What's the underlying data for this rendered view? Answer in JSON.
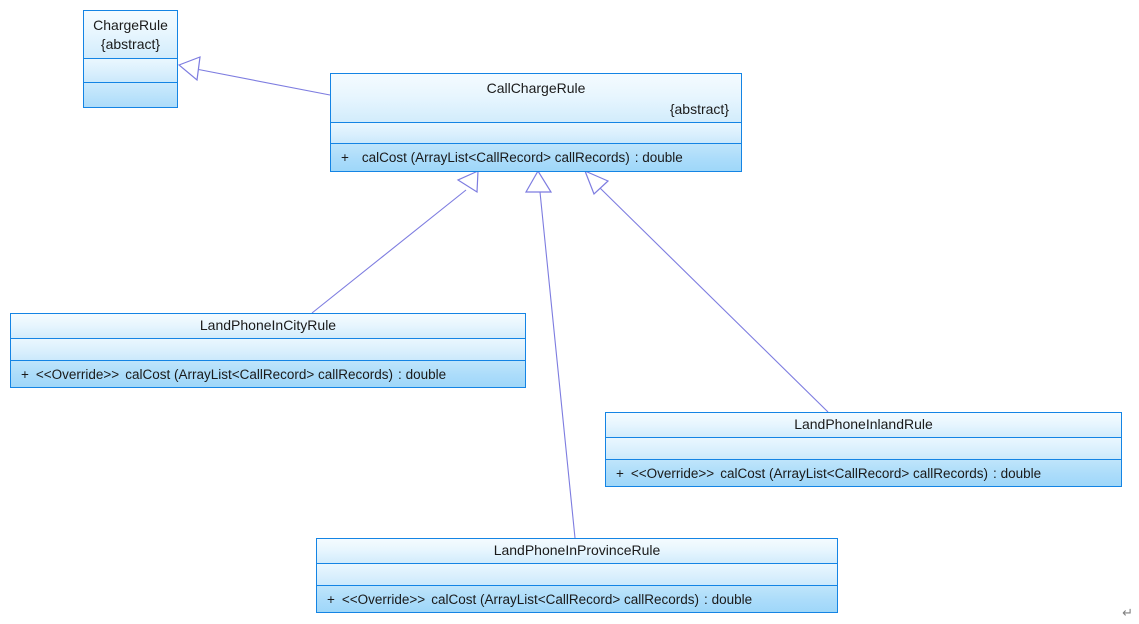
{
  "diagram": {
    "type": "uml-class-diagram",
    "background": "#ffffff",
    "border_color": "#1484e4",
    "edge_color": "#7d7ce0",
    "return_mark": "↵"
  },
  "classes": [
    {
      "id": "chargerule",
      "name": "ChargeRule",
      "abstract_label": "{abstract}",
      "abstract_position": "center",
      "attributes": [],
      "operations": []
    },
    {
      "id": "callchargerule",
      "name": "CallChargeRule",
      "abstract_label": "{abstract}",
      "abstract_position": "right",
      "attributes": [],
      "operations": [
        {
          "visibility": "+",
          "stereotype": "",
          "signature": "calCost (ArrayList<CallRecord> callRecords)",
          "separator": ":",
          "return_type": "double"
        }
      ]
    },
    {
      "id": "incity",
      "name": "LandPhoneInCityRule",
      "abstract_label": "",
      "abstract_position": "",
      "attributes": [],
      "operations": [
        {
          "visibility": "+",
          "stereotype": "<<Override>>",
          "signature": "calCost (ArrayList<CallRecord> callRecords)",
          "separator": ":",
          "return_type": "double"
        }
      ]
    },
    {
      "id": "inland",
      "name": "LandPhoneInlandRule",
      "abstract_label": "",
      "abstract_position": "",
      "attributes": [],
      "operations": [
        {
          "visibility": "+",
          "stereotype": "<<Override>>",
          "signature": "calCost (ArrayList<CallRecord> callRecords)",
          "separator": ":",
          "return_type": "double"
        }
      ]
    },
    {
      "id": "inprovince",
      "name": "LandPhoneInProvinceRule",
      "abstract_label": "",
      "abstract_position": "",
      "attributes": [],
      "operations": [
        {
          "visibility": "+",
          "stereotype": "<<Override>>",
          "signature": "calCost (ArrayList<CallRecord> callRecords)",
          "separator": ":",
          "return_type": "double"
        }
      ]
    }
  ],
  "relationships": [
    {
      "id": "gen-callchargerule-chargerule",
      "kind": "generalization",
      "from": "CallChargeRule",
      "to": "ChargeRule"
    },
    {
      "id": "gen-incity-callchargerule",
      "kind": "generalization",
      "from": "LandPhoneInCityRule",
      "to": "CallChargeRule"
    },
    {
      "id": "gen-inprovince-callchargerule",
      "kind": "generalization",
      "from": "LandPhoneInProvinceRule",
      "to": "CallChargeRule"
    },
    {
      "id": "gen-inland-callchargerule",
      "kind": "generalization",
      "from": "LandPhoneInlandRule",
      "to": "CallChargeRule"
    }
  ]
}
